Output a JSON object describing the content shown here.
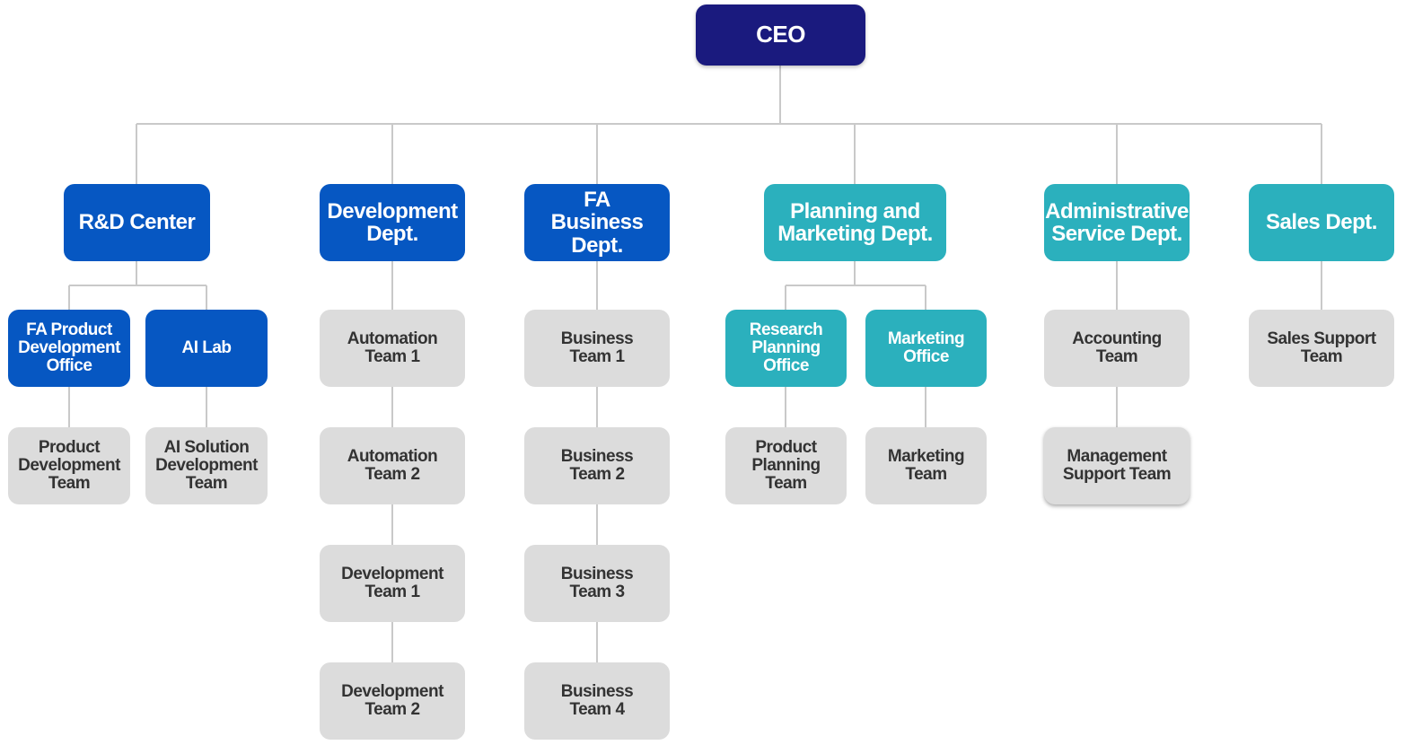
{
  "ceo": "CEO",
  "departments": {
    "rd_center": "R&D Center",
    "development": "Development\nDept.",
    "fa_business": "FA\nBusiness Dept.",
    "planning_marketing": "Planning and\nMarketing Dept.",
    "administrative": "Administrative\nService Dept.",
    "sales": "Sales Dept."
  },
  "offices": {
    "fa_product_dev": "FA Product\nDevelopment\nOffice",
    "ai_lab": "AI Lab",
    "research_planning": "Research\nPlanning\nOffice",
    "marketing": "Marketing\nOffice"
  },
  "teams": {
    "product_dev": "Product\nDevelopment\nTeam",
    "ai_solution_dev": "AI Solution\nDevelopment\nTeam",
    "automation_1": "Automation\nTeam 1",
    "automation_2": "Automation\nTeam 2",
    "development_1": "Development\nTeam 1",
    "development_2": "Development\nTeam 2",
    "business_1": "Business\nTeam 1",
    "business_2": "Business\nTeam 2",
    "business_3": "Business\nTeam 3",
    "business_4": "Business\nTeam 4",
    "product_planning": "Product\nPlanning Team",
    "marketing": "Marketing\nTeam",
    "accounting": "Accounting\nTeam",
    "management_support": "Management\nSupport Team",
    "sales_support": "Sales Support\nTeam"
  },
  "colors": {
    "ceo": "#1a1a7e",
    "dept_blue": "#0657c2",
    "dept_teal": "#2bb0bd",
    "team_gray": "#dcdcdc",
    "connector": "#c9c9c9"
  }
}
